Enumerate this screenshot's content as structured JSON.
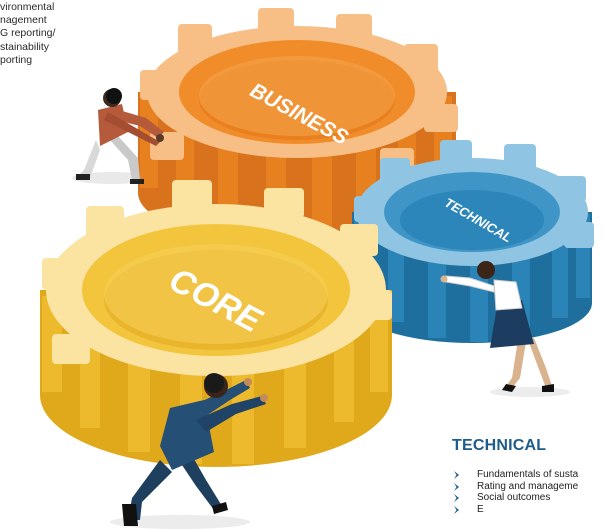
{
  "intro_lines": [
    "vironmental",
    "nagement",
    "G reporting/",
    "stainability",
    "porting"
  ],
  "gears": {
    "business": {
      "label": "BUSINESS",
      "color": "#f08d2a"
    },
    "technical": {
      "label": "TECHNICAL",
      "color": "#3e95c6"
    },
    "core": {
      "label": "CORE",
      "color": "#f2c53d"
    }
  },
  "technical_panel": {
    "title": "TECHNICAL",
    "items": [
      "Fundamentals of susta",
      "Rating and manageme",
      "Social outcomes",
      "E"
    ]
  }
}
